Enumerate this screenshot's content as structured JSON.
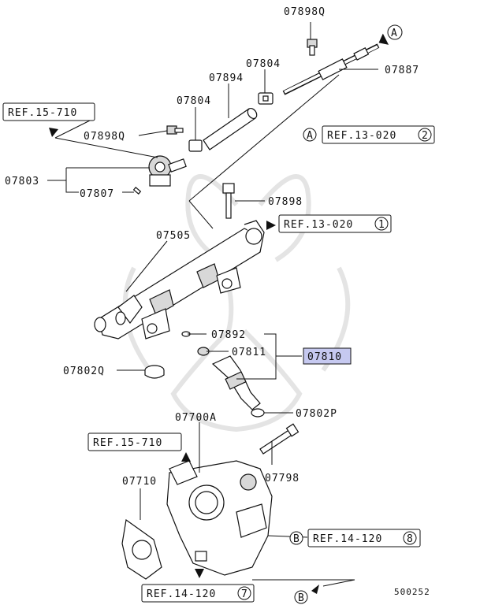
{
  "labels": {
    "p07898q_top": "07898Q",
    "p07804_top": "07804",
    "p07894": "07894",
    "p07887": "07887",
    "p07804_mid": "07804",
    "p07898q_mid": "07898Q",
    "p07803": "07803",
    "p07807": "07807",
    "p07898": "07898",
    "p07505": "07505",
    "p07892": "07892",
    "p07811": "07811",
    "p07810": "07810",
    "p07802q": "07802Q",
    "p07802p": "07802P",
    "p07700a": "07700A",
    "p07798": "07798",
    "p07710": "07710"
  },
  "refs": {
    "ref_15_710_top": "REF.15-710",
    "ref_13_020_2_text": "REF.13-020",
    "ref_13_020_2_num": "2",
    "ref_13_020_1_text": "REF.13-020",
    "ref_13_020_1_num": "1",
    "ref_15_710_bottom": "REF.15-710",
    "ref_14_120_8_text": "REF.14-120",
    "ref_14_120_8_num": "8",
    "ref_14_120_7_text": "REF.14-120",
    "ref_14_120_7_num": "7"
  },
  "markers": {
    "a_top": "A",
    "a_mid": "A",
    "b_right": "B",
    "b_bottom": "B"
  },
  "diagram_code": "500252"
}
